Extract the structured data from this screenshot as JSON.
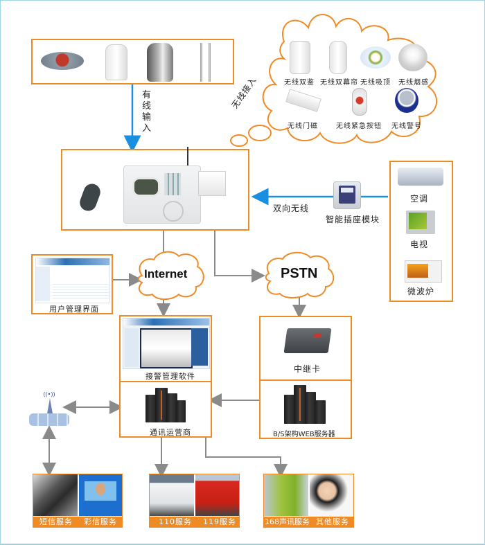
{
  "diagram": {
    "title": "Alarm system network topology",
    "wired_sensors": {
      "items": [
        "round-detector",
        "pir-detector",
        "outdoor-detector",
        "beam-detector"
      ],
      "connection_label": "有线输入"
    },
    "wireless_sensors": {
      "connection_label": "无线接入",
      "items": [
        {
          "label": "无线双鉴",
          "icon": "pir-sensor-icon"
        },
        {
          "label": "无线双幕帘",
          "icon": "curtain-sensor-icon"
        },
        {
          "label": "无线吸顶",
          "icon": "ceiling-sensor-icon"
        },
        {
          "label": "无线烟感",
          "icon": "smoke-sensor-icon"
        },
        {
          "label": "无线门磁",
          "icon": "door-contact-icon"
        },
        {
          "label": "无线紧急按钮",
          "icon": "panic-button-icon"
        },
        {
          "label": "无线警号",
          "icon": "siren-icon"
        }
      ]
    },
    "host": {
      "name": "alarm-host"
    },
    "smart_socket": {
      "label": "智能插座模块",
      "link_label": "双向无线"
    },
    "appliances": [
      {
        "label": "空调",
        "icon": "air-conditioner-icon"
      },
      {
        "label": "电视",
        "icon": "tv-icon"
      },
      {
        "label": "微波炉",
        "icon": "microwave-icon"
      }
    ],
    "networks": {
      "internet": "Internet",
      "pstn": "PSTN"
    },
    "user_ui": {
      "label": "用户管理界面"
    },
    "monitoring_software": {
      "label": "接警管理软件"
    },
    "carrier": {
      "label": "通讯运营商"
    },
    "relay_card": {
      "label": "中继卡"
    },
    "web_server": {
      "label": "B/S架构WEB服务器"
    },
    "service_groups": [
      {
        "labels": [
          "短信服务",
          "彩信服务"
        ]
      },
      {
        "labels": [
          "110服务",
          "119服务"
        ]
      },
      {
        "labels": [
          "168声讯服务",
          "其他服务"
        ]
      }
    ],
    "colors": {
      "box_border": "#f08a24",
      "wire_blue": "#1a8fe0",
      "link_gray": "#8a8a8a",
      "frame": "#9fd3e6"
    }
  }
}
